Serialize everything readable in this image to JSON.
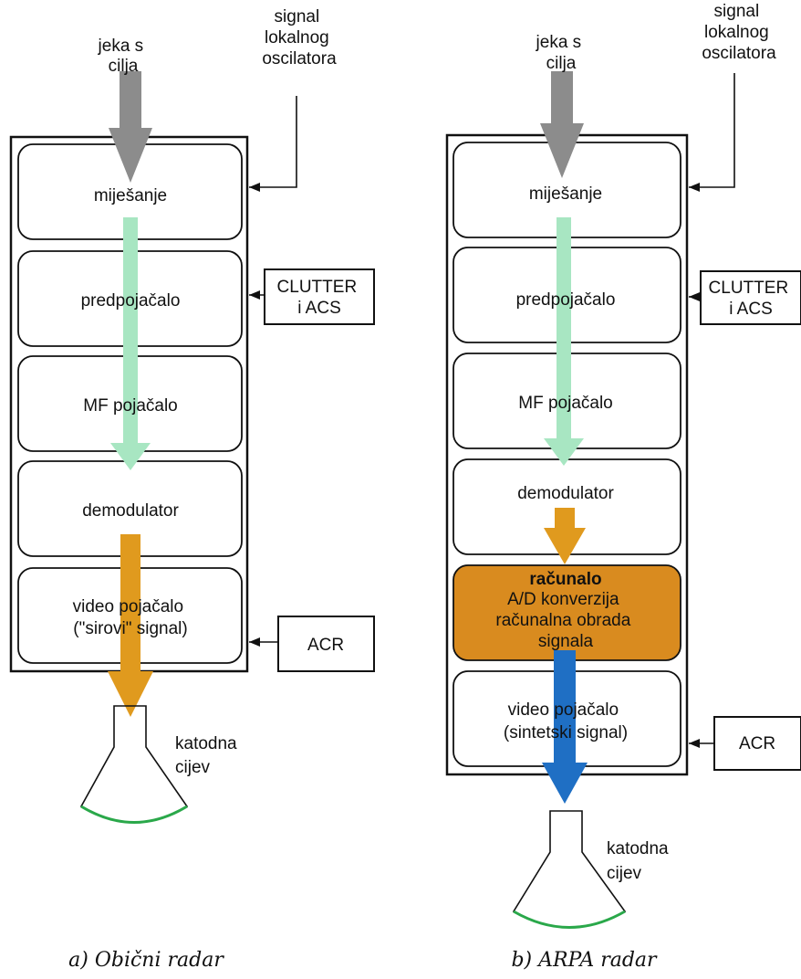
{
  "diagrams": [
    {
      "echo_label": [
        "jeka s",
        "cilja"
      ],
      "oscillator_label": [
        "signal",
        "lokalnog",
        "oscilatora"
      ],
      "blocks": {
        "mixing": [
          "miješanje"
        ],
        "preamp": [
          "predpojačalo"
        ],
        "if_amp": [
          "MF pojačalo"
        ],
        "demodulator": [
          "demodulator"
        ],
        "video_amp": [
          "video pojačalo",
          "(\"sirovi\" signal)"
        ]
      },
      "clutter_box": [
        "CLUTTER",
        "i ACS"
      ],
      "acr_box": [
        "ACR"
      ],
      "crt_label": [
        "katodna",
        "cijev"
      ],
      "caption": "a) Obični radar"
    },
    {
      "echo_label": [
        "jeka s",
        "cilja"
      ],
      "oscillator_label": [
        "signal",
        "lokalnog",
        "oscilatora"
      ],
      "blocks": {
        "mixing": [
          "miješanje"
        ],
        "preamp": [
          "predpojačalo"
        ],
        "if_amp": [
          "MF pojačalo"
        ],
        "demodulator": [
          "demodulator"
        ],
        "computer_title": "računalo",
        "computer_lines": [
          "A/D konverzija",
          "računalna obrada",
          "signala"
        ],
        "video_amp": [
          "video pojačalo",
          "(sintetski signal)"
        ]
      },
      "clutter_box": [
        "CLUTTER",
        "i ACS"
      ],
      "acr_box": [
        "ACR"
      ],
      "crt_label": [
        "katodna",
        "cijev"
      ],
      "caption": "b) ARPA radar"
    }
  ],
  "colors": {
    "echo_arrow": "#8c8c8c",
    "if_signal_arrow": "#a8e6c2",
    "video_signal_arrow": "#e09a1e",
    "synthetic_signal_arrow": "#1f6fc4",
    "computer_block_fill": "#d98b1f",
    "crt_screen": "#2aa84a"
  }
}
